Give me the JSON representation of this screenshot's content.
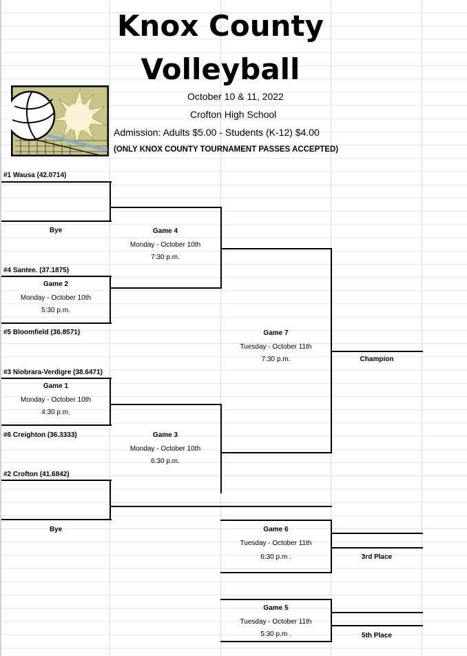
{
  "header": {
    "title_line1": "Knox County",
    "title_line2": "Volleyball",
    "dates": "October 10 & 11, 2022",
    "venue": "Crofton High School",
    "admission": "Admission:  Adults $5.00  -  Students (K-12) $4.00",
    "passes_note": "(ONLY KNOX COUNTY TOURNAMENT PASSES ACCEPTED)"
  },
  "teams": {
    "wausa": "#1  Wausa (42.0714)",
    "santee": "#4  Santee. (37.1875)",
    "bloomfield": "#5  Bloomfield (36.8571)",
    "niobrara": "#3  Niobrara-Verdigre (38.6471)",
    "creighton": "#6  Creighton (36.3333)",
    "crofton": "#2  Crofton (41.6842)"
  },
  "byes": {
    "top": "Bye",
    "bottom": "Bye"
  },
  "games": {
    "game4": {
      "name": "Game 4",
      "day": "Monday - October 10th",
      "time": "7:30 p.m."
    },
    "game2": {
      "name": "Game 2",
      "day": "Monday - October 10th",
      "time": "5:30 p.m."
    },
    "game7": {
      "name": "Game 7",
      "day": "Tuesday - October 11th",
      "time": "7:30 p.m."
    },
    "game1": {
      "name": "Game 1",
      "day": "Monday - October 10th",
      "time": "4:30 p.m."
    },
    "game3": {
      "name": "Game 3",
      "day": "Monday - October 10th",
      "time": "6:30 p.m."
    },
    "game6": {
      "name": "Game 6",
      "day": "Tuesday - October 11th",
      "time": "6:30 p.m ."
    },
    "game5": {
      "name": "Game 5",
      "day": "Tuesday - October 11th",
      "time": "5:30 p.m ."
    }
  },
  "results": {
    "champion": "Champion",
    "third": "3rd Place",
    "fifth": "5th Place"
  },
  "logo": {
    "icon": "volleyball-net-icon",
    "frame_color": "#000000",
    "background_color": "#c8c48a",
    "sun_color": "#f2ecc0"
  }
}
